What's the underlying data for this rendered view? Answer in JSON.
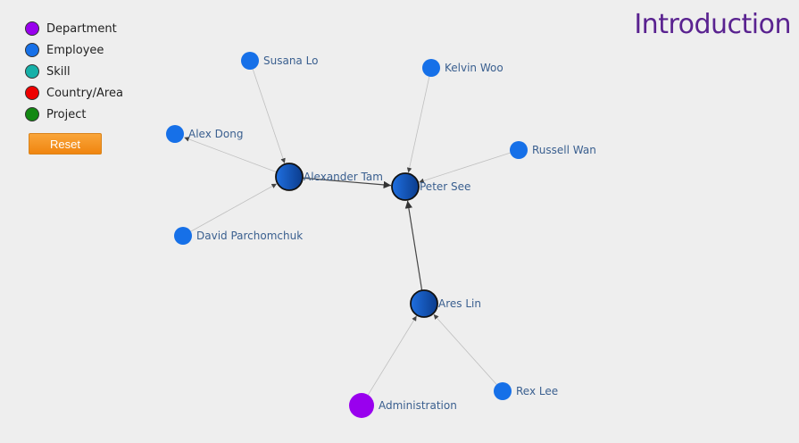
{
  "title": "Introduction",
  "legend": [
    {
      "label": "Department",
      "color": "#9900ee"
    },
    {
      "label": "Employee",
      "color": "#1670e8"
    },
    {
      "label": "Skill",
      "color": "#16b0a8"
    },
    {
      "label": "Country/Area",
      "color": "#ee0000"
    },
    {
      "label": "Project",
      "color": "#118811"
    }
  ],
  "reset_label": "Reset",
  "graph": {
    "nodes": [
      {
        "id": "alexander-tam",
        "label": "Alexander Tam",
        "kind": "Employee",
        "focus": true
      },
      {
        "id": "peter-see",
        "label": "Peter See",
        "kind": "Employee",
        "focus": true
      },
      {
        "id": "ares-lin",
        "label": "Ares Lin",
        "kind": "Employee",
        "focus": true
      },
      {
        "id": "susana-lo",
        "label": "Susana Lo",
        "kind": "Employee",
        "focus": false
      },
      {
        "id": "kelvin-woo",
        "label": "Kelvin Woo",
        "kind": "Employee",
        "focus": false
      },
      {
        "id": "alex-dong",
        "label": "Alex Dong",
        "kind": "Employee",
        "focus": false
      },
      {
        "id": "russell-wan",
        "label": "Russell Wan",
        "kind": "Employee",
        "focus": false
      },
      {
        "id": "david-parchomchuk",
        "label": "David Parchomchuk",
        "kind": "Employee",
        "focus": false
      },
      {
        "id": "rex-lee",
        "label": "Rex Lee",
        "kind": "Employee",
        "focus": false
      },
      {
        "id": "administration",
        "label": "Administration",
        "kind": "Department",
        "focus": false
      }
    ],
    "edges": [
      {
        "from": "susana-lo",
        "to": "alexander-tam",
        "strong": false
      },
      {
        "from": "alexander-tam",
        "to": "alex-dong",
        "strong": false
      },
      {
        "from": "david-parchomchuk",
        "to": "alexander-tam",
        "strong": false
      },
      {
        "from": "alexander-tam",
        "to": "peter-see",
        "strong": true
      },
      {
        "from": "kelvin-woo",
        "to": "peter-see",
        "strong": false
      },
      {
        "from": "russell-wan",
        "to": "peter-see",
        "strong": false
      },
      {
        "from": "ares-lin",
        "to": "peter-see",
        "strong": true
      },
      {
        "from": "rex-lee",
        "to": "ares-lin",
        "strong": false
      },
      {
        "from": "administration",
        "to": "ares-lin",
        "strong": false
      }
    ]
  }
}
